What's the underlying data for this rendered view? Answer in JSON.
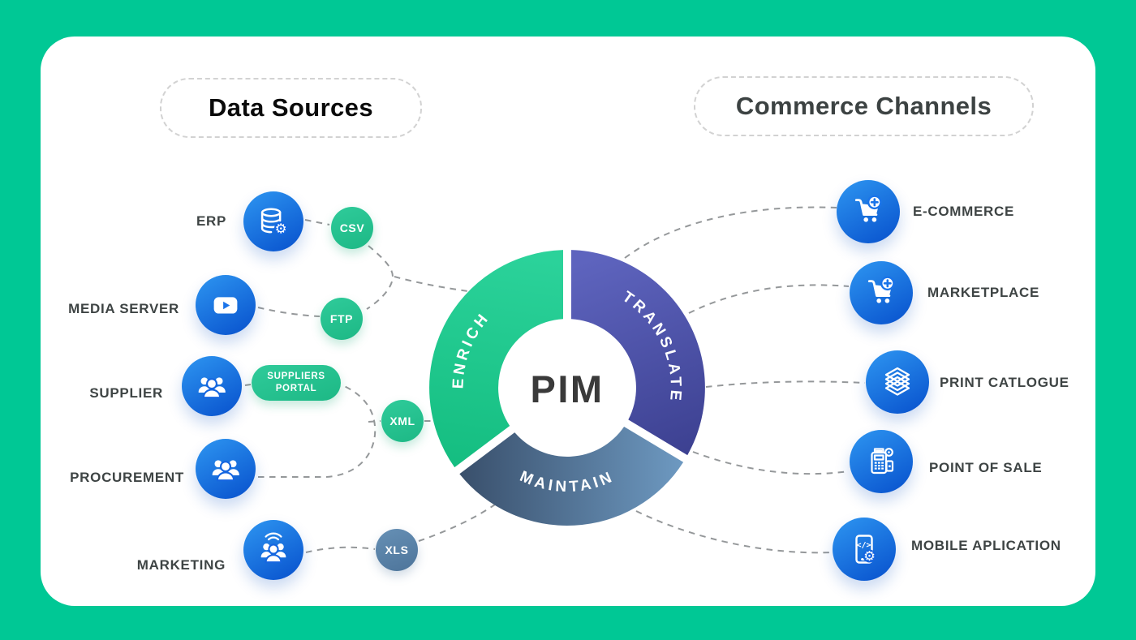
{
  "titles": {
    "data_sources": "Data Sources",
    "commerce_channels": "Commerce Channels"
  },
  "donut": {
    "center_label": "PIM",
    "segments": [
      {
        "label": "ENRICH",
        "color_from": "#2bd29a",
        "color_to": "#14bd80"
      },
      {
        "label": "TRANSLATE",
        "color_from": "#5e64be",
        "color_to": "#3b3f8f"
      },
      {
        "label": "MAINTAIN",
        "color_from": "#394f6b",
        "color_to": "#6e9ac2"
      }
    ]
  },
  "data_sources": [
    {
      "label": "ERP",
      "icon": "database-gear-icon",
      "connector_badge": "CSV"
    },
    {
      "label": "MEDIA SERVER",
      "icon": "youtube-play-icon",
      "connector_badge": "FTP"
    },
    {
      "label": "SUPPLIER",
      "icon": "people-group-icon",
      "connector_badge": "SUPPLIERS PORTAL"
    },
    {
      "label": "PROCUREMENT",
      "icon": "people-group-icon",
      "connector_badge": "XML"
    },
    {
      "label": "MARKETING",
      "icon": "people-broadcast-icon",
      "connector_badge": "XLS"
    }
  ],
  "commerce_channels": [
    {
      "label": "E-COMMERCE",
      "icon": "cart-plus-icon"
    },
    {
      "label": "MARKETPLACE",
      "icon": "cart-plus-icon"
    },
    {
      "label": "PRINT CATLOGUE",
      "icon": "layers-icon"
    },
    {
      "label": "POINT OF SALE",
      "icon": "pos-terminal-icon"
    },
    {
      "label": "MOBILE APLICATION",
      "icon": "mobile-code-gear-icon"
    }
  ],
  "colors": {
    "background_green": "#00c895",
    "card_white": "#ffffff",
    "node_blue_from": "#2e96f1",
    "node_blue_to": "#0b57d0",
    "badge_green": "#27c494",
    "badge_steel": "#5c83a8",
    "connector_gray": "#95989a",
    "label_dark": "#3e4444"
  }
}
